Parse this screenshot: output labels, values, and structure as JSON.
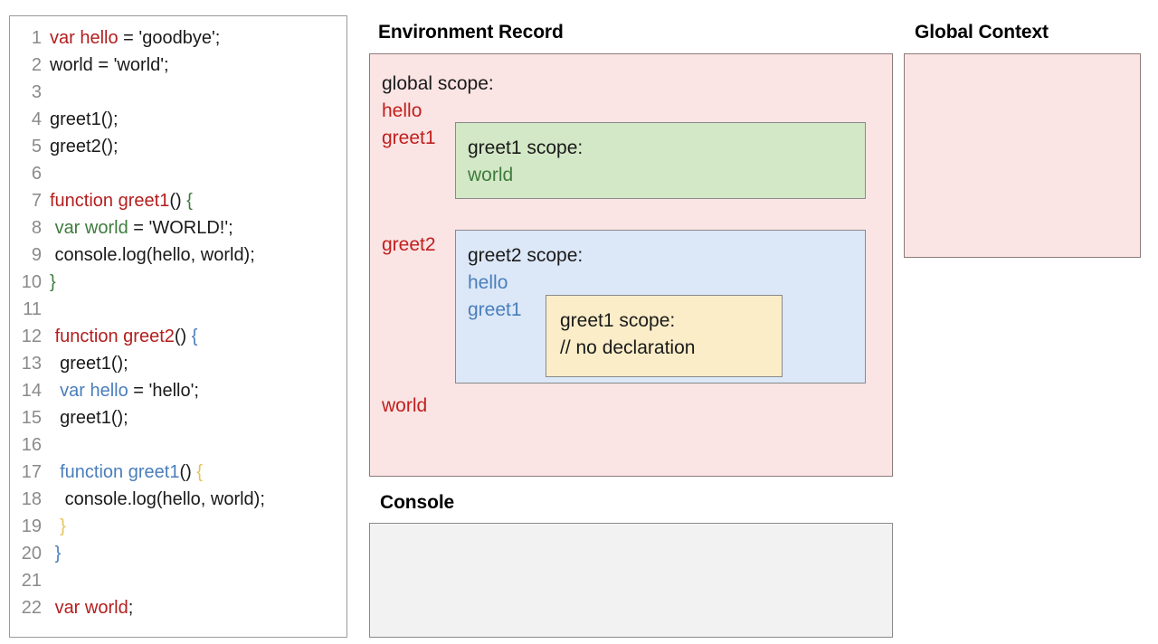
{
  "code_panel": {
    "lines": [
      {
        "number": "1",
        "tokens": [
          {
            "t": "var hello",
            "c": "red"
          },
          {
            "t": " = 'goodbye';",
            "c": "plain"
          }
        ]
      },
      {
        "number": "2",
        "tokens": [
          {
            "t": "world = 'world';",
            "c": "plain"
          }
        ]
      },
      {
        "number": "3",
        "tokens": []
      },
      {
        "number": "4",
        "tokens": [
          {
            "t": "greet1();",
            "c": "plain"
          }
        ]
      },
      {
        "number": "5",
        "tokens": [
          {
            "t": "greet2();",
            "c": "plain"
          }
        ]
      },
      {
        "number": "6",
        "tokens": []
      },
      {
        "number": "7",
        "tokens": [
          {
            "t": "function greet1",
            "c": "red"
          },
          {
            "t": "() ",
            "c": "plain"
          },
          {
            "t": "{",
            "c": "green"
          }
        ]
      },
      {
        "number": "8",
        "tokens": [
          {
            "t": " ",
            "c": "plain"
          },
          {
            "t": "var world",
            "c": "green"
          },
          {
            "t": " = 'WORLD!';",
            "c": "plain"
          }
        ]
      },
      {
        "number": "9",
        "tokens": [
          {
            "t": " console.log(hello, world);",
            "c": "plain"
          }
        ]
      },
      {
        "number": "10",
        "tokens": [
          {
            "t": "}",
            "c": "green"
          }
        ]
      },
      {
        "number": "11",
        "tokens": []
      },
      {
        "number": "12",
        "tokens": [
          {
            "t": " ",
            "c": "plain"
          },
          {
            "t": "function greet2",
            "c": "red"
          },
          {
            "t": "() ",
            "c": "plain"
          },
          {
            "t": "{",
            "c": "blue"
          }
        ]
      },
      {
        "number": "13",
        "tokens": [
          {
            "t": "  greet1();",
            "c": "plain"
          }
        ]
      },
      {
        "number": "14",
        "tokens": [
          {
            "t": "  ",
            "c": "plain"
          },
          {
            "t": "var hello",
            "c": "blue"
          },
          {
            "t": " = 'hello';",
            "c": "plain"
          }
        ]
      },
      {
        "number": "15",
        "tokens": [
          {
            "t": "  greet1();",
            "c": "plain"
          }
        ]
      },
      {
        "number": "16",
        "tokens": []
      },
      {
        "number": "17",
        "tokens": [
          {
            "t": "  ",
            "c": "plain"
          },
          {
            "t": "function greet1",
            "c": "blue"
          },
          {
            "t": "() ",
            "c": "plain"
          },
          {
            "t": "{",
            "c": "amber"
          }
        ]
      },
      {
        "number": "18",
        "tokens": [
          {
            "t": "   console.log(hello, world);",
            "c": "plain"
          }
        ]
      },
      {
        "number": "19",
        "tokens": [
          {
            "t": "  ",
            "c": "plain"
          },
          {
            "t": "}",
            "c": "amber"
          }
        ]
      },
      {
        "number": "20",
        "tokens": [
          {
            "t": " ",
            "c": "plain"
          },
          {
            "t": "}",
            "c": "blue"
          }
        ]
      },
      {
        "number": "21",
        "tokens": []
      },
      {
        "number": "22",
        "tokens": [
          {
            "t": " ",
            "c": "plain"
          },
          {
            "t": "var world",
            "c": "red"
          },
          {
            "t": ";",
            "c": "plain"
          }
        ]
      }
    ]
  },
  "environment_record": {
    "heading": "Environment Record",
    "global_scope": {
      "title": "global scope:",
      "vars": [
        "hello",
        "greet1",
        "greet2",
        "world"
      ]
    },
    "greet1_scope": {
      "title": "greet1 scope:",
      "vars": [
        "world"
      ]
    },
    "greet2_scope": {
      "title": "greet2 scope:",
      "vars": [
        "hello",
        "greet1"
      ]
    },
    "greet1_nested_scope": {
      "title": "greet1 scope:",
      "comment": "// no declaration"
    }
  },
  "global_context": {
    "heading": "Global Context",
    "content": ""
  },
  "console": {
    "heading": "Console",
    "content": ""
  },
  "colors": {
    "scope_global_bg": "#fbe4e4",
    "scope_global_border": "#8d7b7b",
    "scope_greet1_bg": "#d3e8c6",
    "scope_greet2_bg": "#dce8f8",
    "scope_greet1_nested_bg": "#faedc8",
    "console_bg": "#f2f2f2",
    "token_red": "#b41e1e",
    "token_green": "#3e7c3e",
    "token_blue": "#4a7ebb",
    "token_amber": "#e6c25b",
    "line_number": "#8a8a8a"
  }
}
